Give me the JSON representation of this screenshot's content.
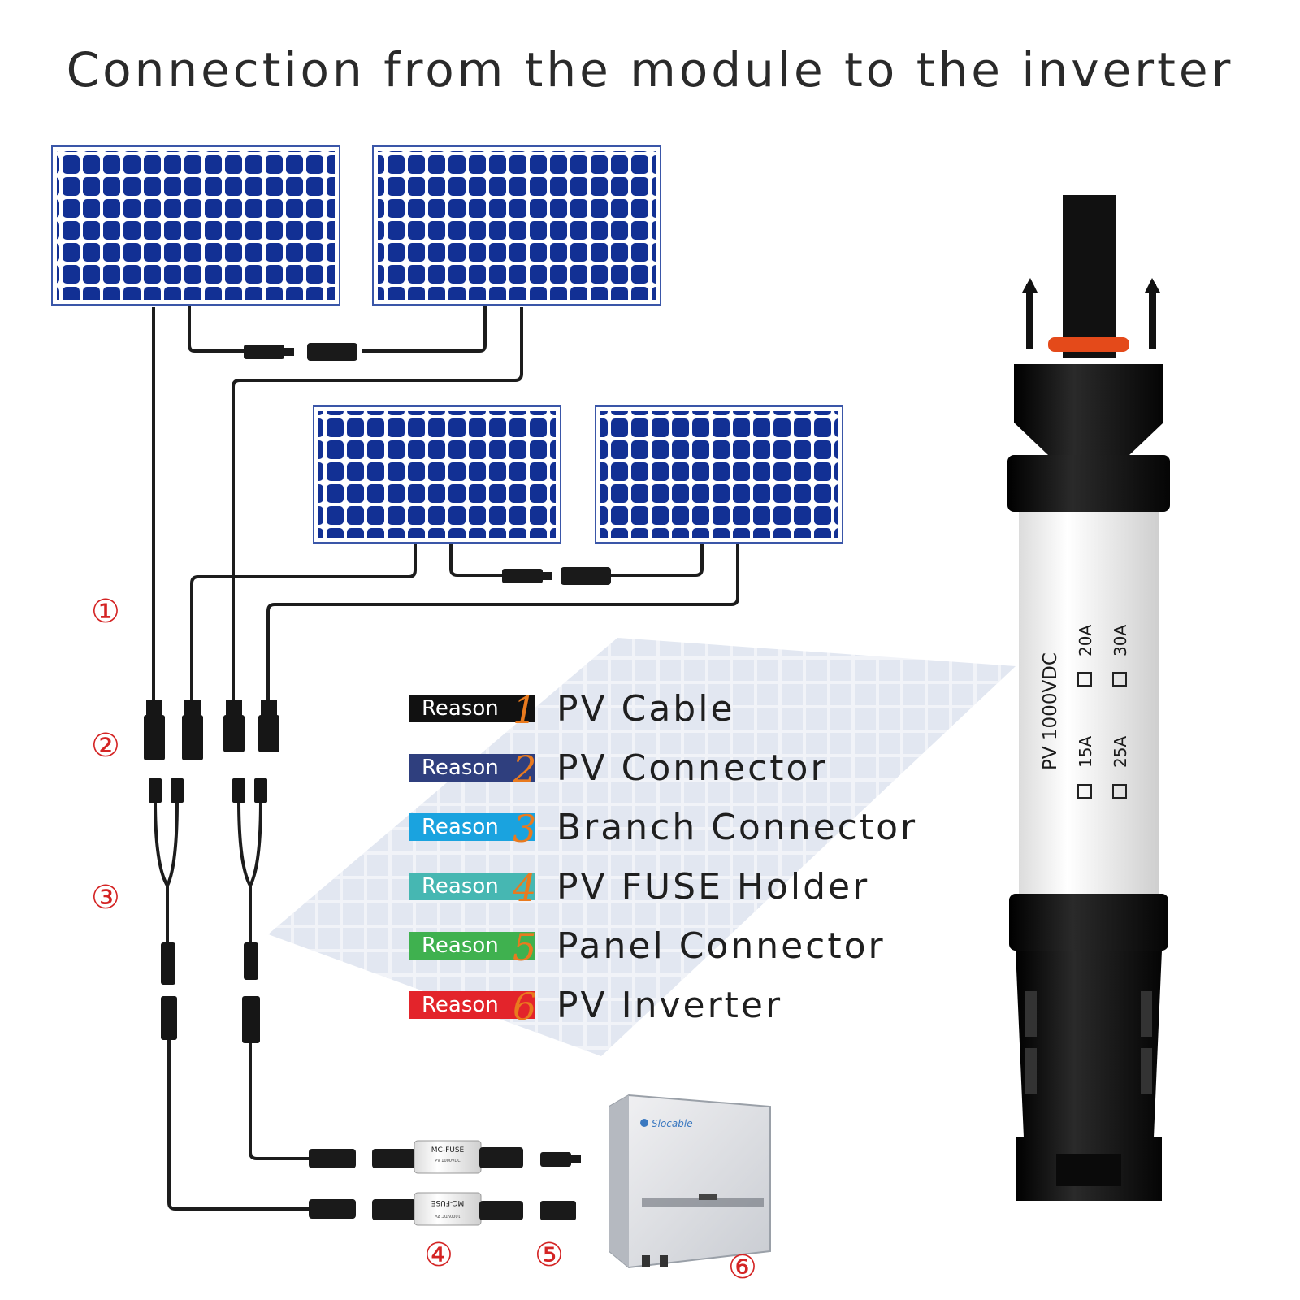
{
  "title": "Connection from the module to the inverter",
  "numbers": {
    "n1": "①",
    "n2": "②",
    "n3": "③",
    "n4": "④",
    "n5": "⑤",
    "n6": "⑥"
  },
  "legend": [
    {
      "badge": "Reason",
      "digit": "1",
      "label": "PV Cable",
      "color": "#111111"
    },
    {
      "badge": "Reason",
      "digit": "2",
      "label": "PV Connector",
      "color": "#2f3f7e"
    },
    {
      "badge": "Reason",
      "digit": "3",
      "label": "Branch Connector",
      "color": "#1aa3df"
    },
    {
      "badge": "Reason",
      "digit": "4",
      "label": "PV FUSE Holder",
      "color": "#46b7b2"
    },
    {
      "badge": "Reason",
      "digit": "5",
      "label": "Panel Connector",
      "color": "#3fb14f"
    },
    {
      "badge": "Reason",
      "digit": "6",
      "label": "PV Inverter",
      "color": "#e3242b"
    }
  ],
  "fuse_holder": {
    "rating": "PV 1000VDC",
    "options": [
      "15A",
      "20A",
      "25A",
      "30A"
    ]
  },
  "small_fuses": {
    "top_label": "MC-FUSE",
    "top_sub": "PV 1000VDC",
    "bottom_label": "MC-FUSE",
    "bottom_sub": "1000VDC PV"
  },
  "inverter": {
    "brand": "Slocable"
  },
  "colors": {
    "panel_blue": "#0f2b8a",
    "cell_gap": "#ffffff",
    "accent_red": "#d42424",
    "digit_orange": "#e97a1e"
  }
}
